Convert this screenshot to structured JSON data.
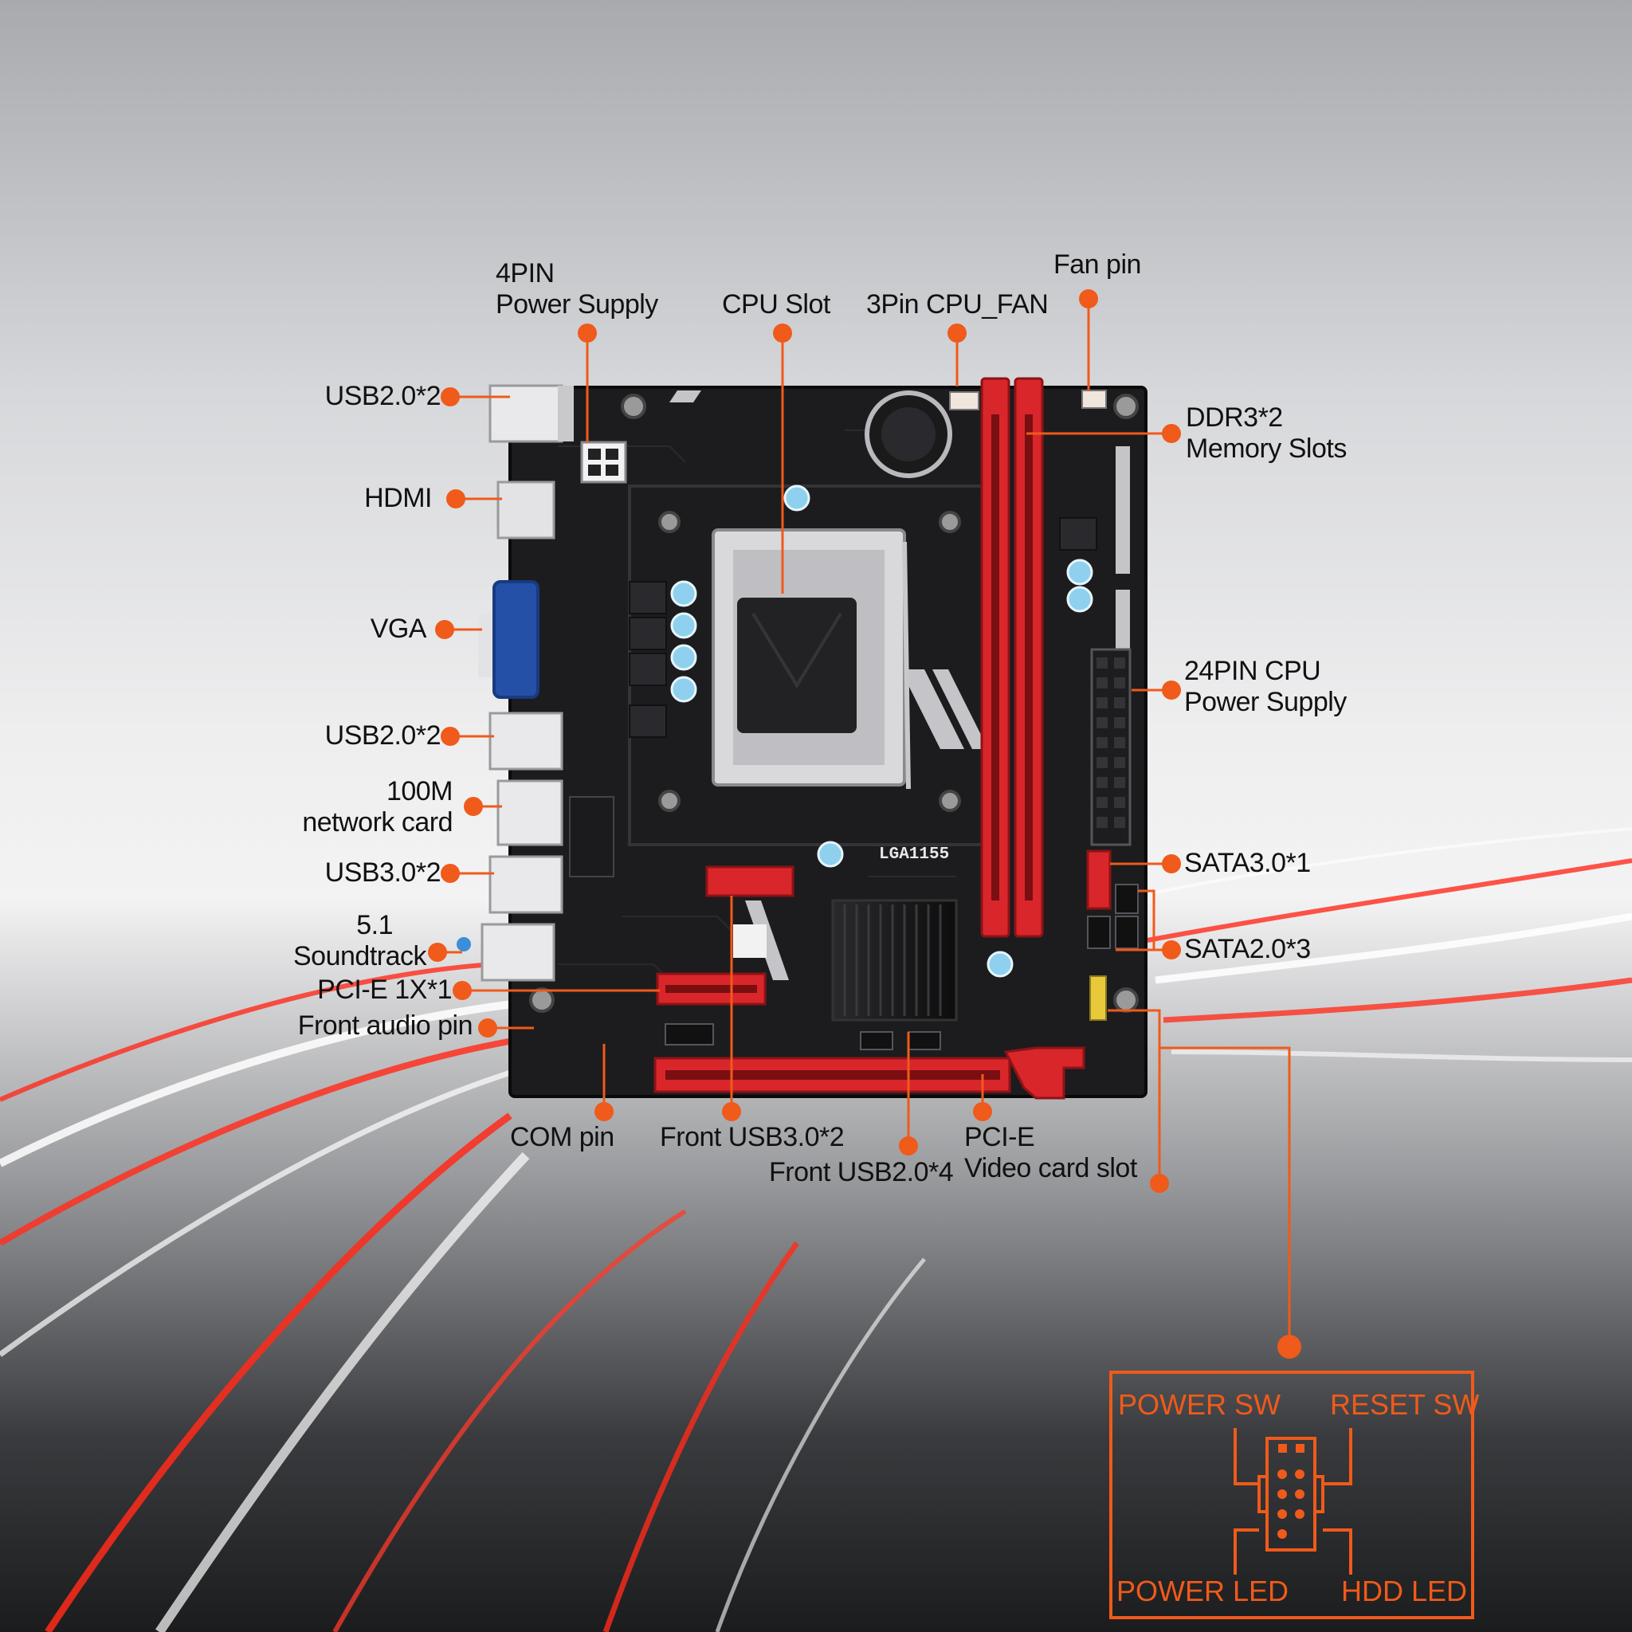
{
  "callouts": {
    "pin4_power_l1": "4PIN",
    "pin4_power_l2": "Power Supply",
    "cpu_slot": "CPU Slot",
    "cpu_fan": "3Pin CPU_FAN",
    "fan_pin": "Fan pin",
    "usb20_top": "USB2.0*2",
    "hdmi": "HDMI",
    "vga": "VGA",
    "usb20_mid": "USB2.0*2",
    "network_l1": "100M",
    "network_l2": "network card",
    "usb30": "USB3.0*2",
    "sound_l1": "5.1",
    "sound_l2": "Soundtrack",
    "pcie_1x": "PCI-E 1X*1",
    "front_audio": "Front audio pin",
    "ddr3_l1": "DDR3*2",
    "ddr3_l2": "Memory Slots",
    "atx24_l1": "24PIN CPU",
    "atx24_l2": "Power Supply",
    "sata3": "SATA3.0*1",
    "sata2": "SATA2.0*3",
    "com_pin": "COM pin",
    "front_usb3": "Front USB3.0*2",
    "front_usb2": "Front USB2.0*4",
    "pcie_video_l1": "PCI-E",
    "pcie_video_l2": "Video card slot"
  },
  "board": {
    "socket_text": "LGA1155"
  },
  "legend": {
    "power_sw": "POWER SW",
    "reset_sw": "RESET SW",
    "power_led": "POWER LED",
    "hdd_led": "HDD LED"
  },
  "colors": {
    "accent": "#f05a1a",
    "pcb": "#1c1c1e",
    "slot_red": "#d9262b"
  }
}
